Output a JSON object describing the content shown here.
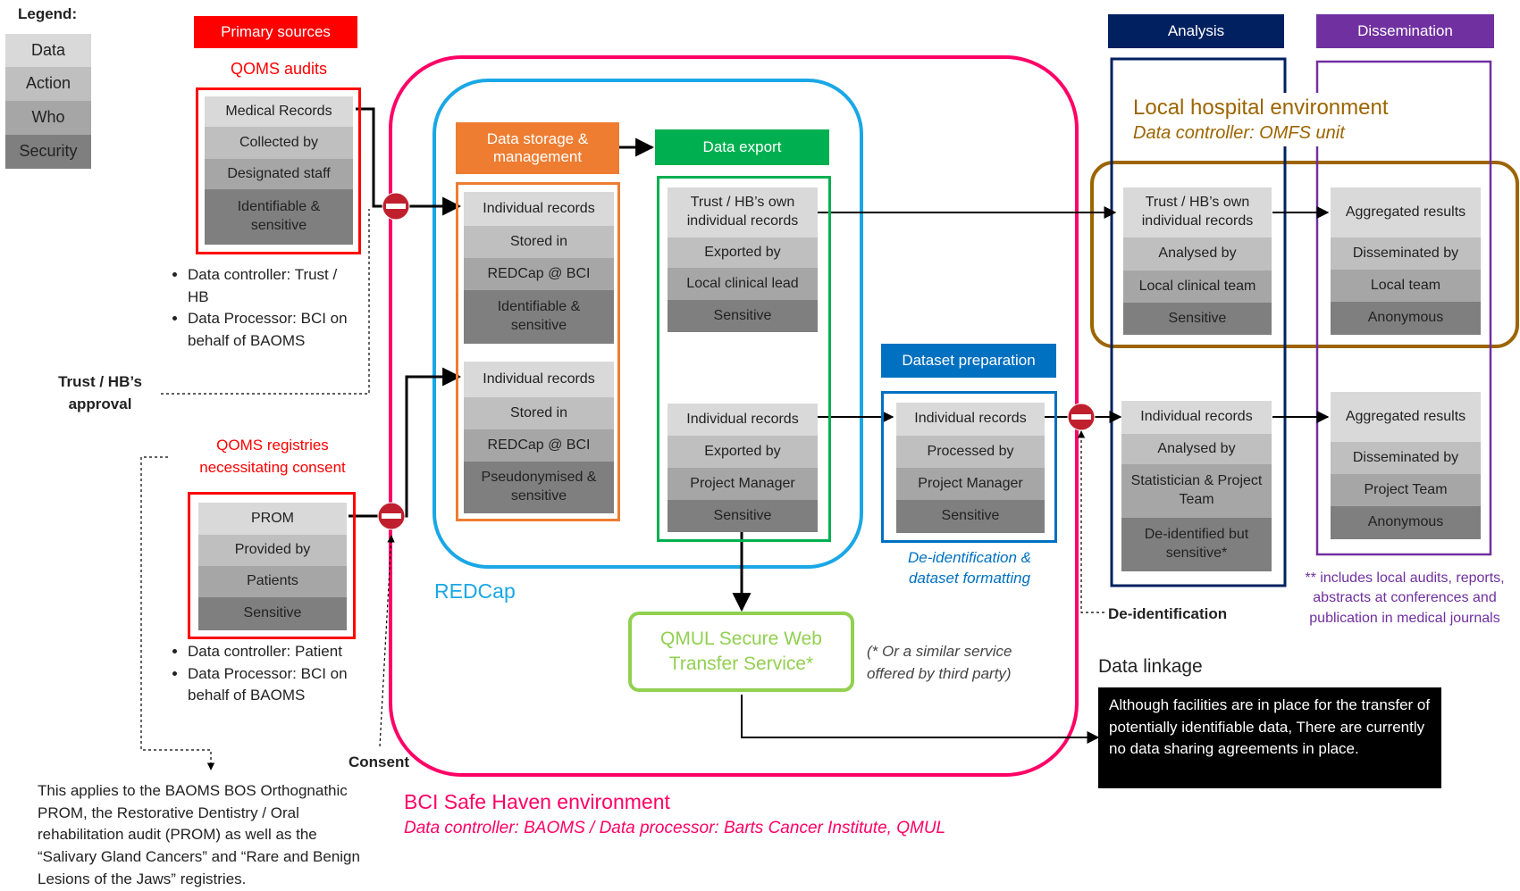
{
  "legend": {
    "title": "Legend:",
    "items": [
      "Data",
      "Action",
      "Who",
      "Security"
    ]
  },
  "primary": {
    "header": "Primary sources",
    "qoms_audits": "QOMS audits",
    "audit_box": [
      "Medical Records",
      "Collected by",
      "Designated staff",
      "Identifiable & sensitive"
    ],
    "audit_bullets": [
      "Data controller: Trust / HB",
      "Data Processor: BCI on behalf of BAOMS"
    ],
    "approval": "Trust / HB’s approval",
    "registries_title": "QOMS registries necessitating consent",
    "prom_box": [
      "PROM",
      "Provided by",
      "Patients",
      "Sensitive"
    ],
    "prom_bullets": [
      "Data controller: Patient",
      "Data Processor: BCI on behalf of BAOMS"
    ],
    "consent": "Consent",
    "footnote": "This applies to the  BAOMS BOS Orthognathic PROM,  the Restorative Dentistry / Oral rehabilitation audit (PROM) as well as the “Salivary Gland Cancers” and “Rare and Benign Lesions of the Jaws” registries."
  },
  "storage": {
    "header": "Data storage & management",
    "box1": [
      "Individual records",
      "Stored in",
      "REDCap @ BCI",
      "Identifiable & sensitive"
    ],
    "box2": [
      "Individual records",
      "Stored in",
      "REDCap @ BCI",
      "Pseudonymised & sensitive"
    ]
  },
  "export": {
    "header": "Data export",
    "box1": [
      "Trust / HB’s own individual records",
      "Exported by",
      "Local clinical lead",
      "Sensitive"
    ],
    "box2": [
      "Individual records",
      "Exported by",
      "Project Manager",
      "Sensitive"
    ]
  },
  "redcap_label": "REDCap",
  "qmul": {
    "label": "QMUL Secure Web Transfer Service*",
    "note": "(* Or a similar service offered by third party)"
  },
  "dataset": {
    "header": "Dataset preparation",
    "box": [
      "Individual records",
      "Processed by",
      "Project Manager",
      "Sensitive"
    ],
    "caption": "De-identification  & dataset formatting"
  },
  "haven": {
    "title": "BCI Safe Haven environment",
    "subtitle": "Data controller: BAOMS / Data processor: Barts Cancer Institute, QMUL"
  },
  "analysis": {
    "header": "Analysis",
    "box1": [
      "Trust / HB’s own individual records",
      "Analysed by",
      "Local clinical team",
      "Sensitive"
    ],
    "box2": [
      "Individual records",
      "Analysed by",
      "Statistician & Project Team",
      "De-identified but sensitive*"
    ]
  },
  "dissemination": {
    "header": "Dissemination",
    "box1": [
      "Aggregated results",
      "Disseminated by",
      "Local team",
      "Anonymous"
    ],
    "box2": [
      "Aggregated results",
      "Disseminated by",
      "Project Team",
      "Anonymous"
    ],
    "note": "** includes local audits, reports, abstracts at conferences and publication in medical journals"
  },
  "local_env": {
    "title": "Local hospital environment",
    "subtitle": "Data controller: OMFS unit"
  },
  "deid_label": "De-identification",
  "linkage": {
    "title": "Data linkage",
    "text": "Although facilities are in place for the transfer of potentially identifiable data, There are currently no data sharing agreements in place."
  },
  "colors": {
    "primary_red": "#ff0000",
    "haven_pink": "#ff0066",
    "redcap_blue": "#1aa7e6",
    "storage_orange": "#ee7d31",
    "export_green": "#00b050",
    "qmul_green": "#92d050",
    "dataset_blue": "#0070c0",
    "analysis_navy": "#002060",
    "dissemination_purple": "#7030a0",
    "local_brown": "#9c6500"
  }
}
